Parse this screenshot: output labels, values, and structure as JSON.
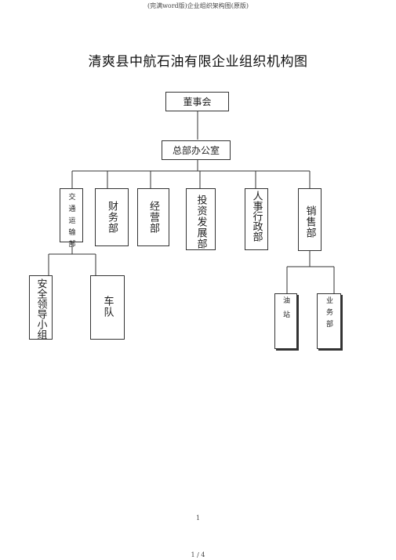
{
  "header": {
    "text": "(完满word版)企业组织架构图(原版)"
  },
  "title": "清爽县中航石油有限企业组织机构图",
  "nodes": {
    "board": "董事会",
    "office": "总部办公室",
    "transport": "交通运输部",
    "finance": "财务部",
    "operations": "经营部",
    "investment": "投资发展部",
    "hr": "人事行政部",
    "sales": "销售部",
    "safety": "安全领导小组",
    "fleet": "车队",
    "station": "油站",
    "business": "业务部"
  },
  "footer": {
    "page_number": "1",
    "page_count": "1 / 4"
  }
}
